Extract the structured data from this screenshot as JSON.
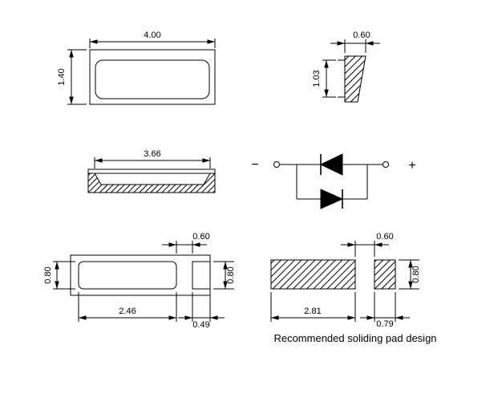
{
  "drawing": {
    "background": "#ffffff",
    "line_color": "#000000",
    "caption": "Recommended soliding pad design"
  },
  "top_view": {
    "width_label": "4.00",
    "height_label": "1.40"
  },
  "side_view": {
    "width_label": "0.60",
    "height_label": "1.03"
  },
  "section_view": {
    "width_label": "3.66"
  },
  "circuit": {
    "minus_label": "−",
    "plus_label": "+"
  },
  "bottom_view": {
    "gap_label": "0.60",
    "left_pad_height_label": "0.80",
    "right_pad_height_label": "0.80",
    "left_pad_width_label": "2.46",
    "right_pad_width_label": "0.49"
  },
  "pad_design": {
    "gap_label": "0.60",
    "pad_height_label": "0.80",
    "left_pad_width_label": "2.81",
    "right_pad_width_label": "0.79"
  }
}
